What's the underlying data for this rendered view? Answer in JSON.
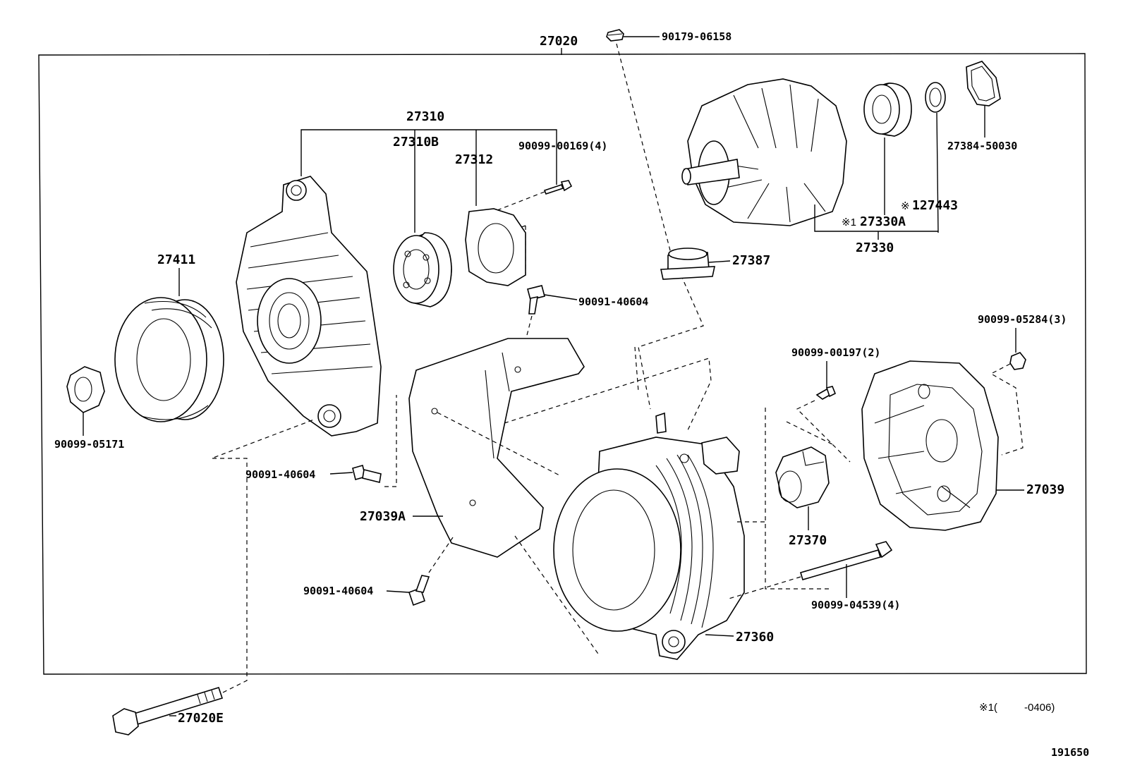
{
  "diagram": {
    "labels": {
      "assembly": "27020",
      "bolt_top": "90179-06158",
      "drive_frame": "27310",
      "drive_frame_sub": "27310B",
      "retainer": "27312",
      "screw_retainer": "90099-00169(4)",
      "pulley": "27411",
      "nut": "90099-05171",
      "rotor": "27330",
      "bearing_rotor": "27330A",
      "bearing_rotor_mark": "※1",
      "ring": "127443",
      "ring_mark": "※",
      "collar": "27384-50030",
      "insulator": "27387",
      "bolt_cover_top": "90091-40604",
      "bolt_cover_left": "90091-40604",
      "bolt_cover_bottom": "90091-40604",
      "cover_plate": "27039A",
      "nut_rear": "90099-05284(3)",
      "screw_brush": "90099-00197(2)",
      "rear_cover": "27039",
      "brush_holder": "27370",
      "through_bolt": "90099-04539(4)",
      "stator": "27360",
      "mount_bolt": "27020E"
    },
    "footnote": {
      "mark": "※1(",
      "range": "-0406)"
    },
    "figure_number": "191650"
  }
}
